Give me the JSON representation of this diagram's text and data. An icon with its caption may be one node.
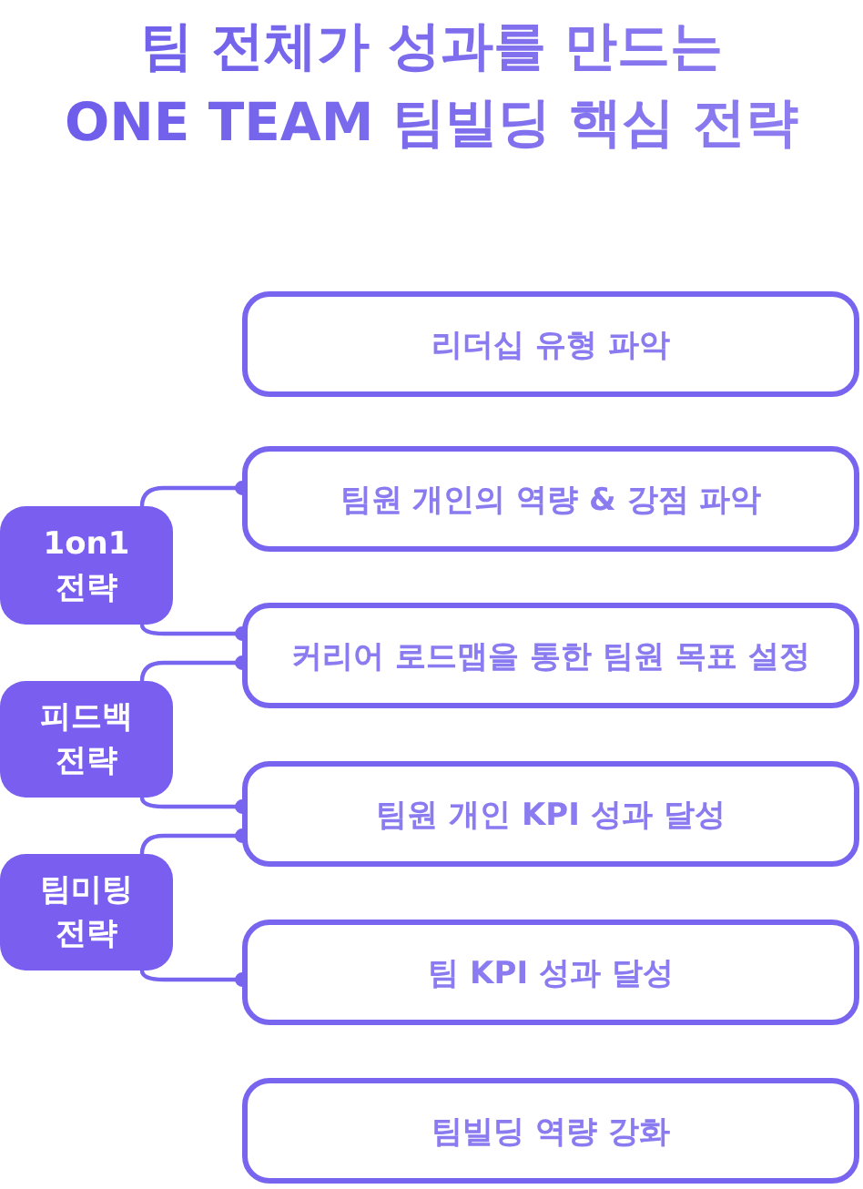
{
  "diagram": {
    "title": "팀 전체가 성과를 만드는 ONE TEAM 팀빌딩 핵심 전략",
    "nodes": [
      {
        "text": [
          "리더십 유형 파악"
        ]
      },
      {
        "text": [
          "팀원 개인의 역량 & 강점 파악"
        ]
      },
      {
        "text": [
          "커리어 로드맵을 통한 팀원 목표 설정"
        ]
      },
      {
        "text": [
          "팀원 개인 KPI 성과 달성"
        ]
      },
      {
        "text": [
          "팀 KPI 성과 달성"
        ]
      },
      {
        "text": [
          "팀빌딩 역량 강화"
        ]
      },
      {
        "text": [
          "1on1 전략"
        ]
      },
      {
        "text": [
          "피드백 전략"
        ]
      },
      {
        "text": [
          "팀미팅 전략"
        ]
      }
    ],
    "edges": [
      {
        "from": 6,
        "to": 1,
        "arrow": "other"
      },
      {
        "from": 6,
        "to": 2,
        "arrow": "other"
      },
      {
        "from": 7,
        "to": 2,
        "arrow": "other"
      },
      {
        "from": 7,
        "to": 3,
        "arrow": "other"
      },
      {
        "from": 8,
        "to": 3,
        "arrow": "other"
      },
      {
        "from": 8,
        "to": 4,
        "arrow": "other"
      }
    ]
  }
}
